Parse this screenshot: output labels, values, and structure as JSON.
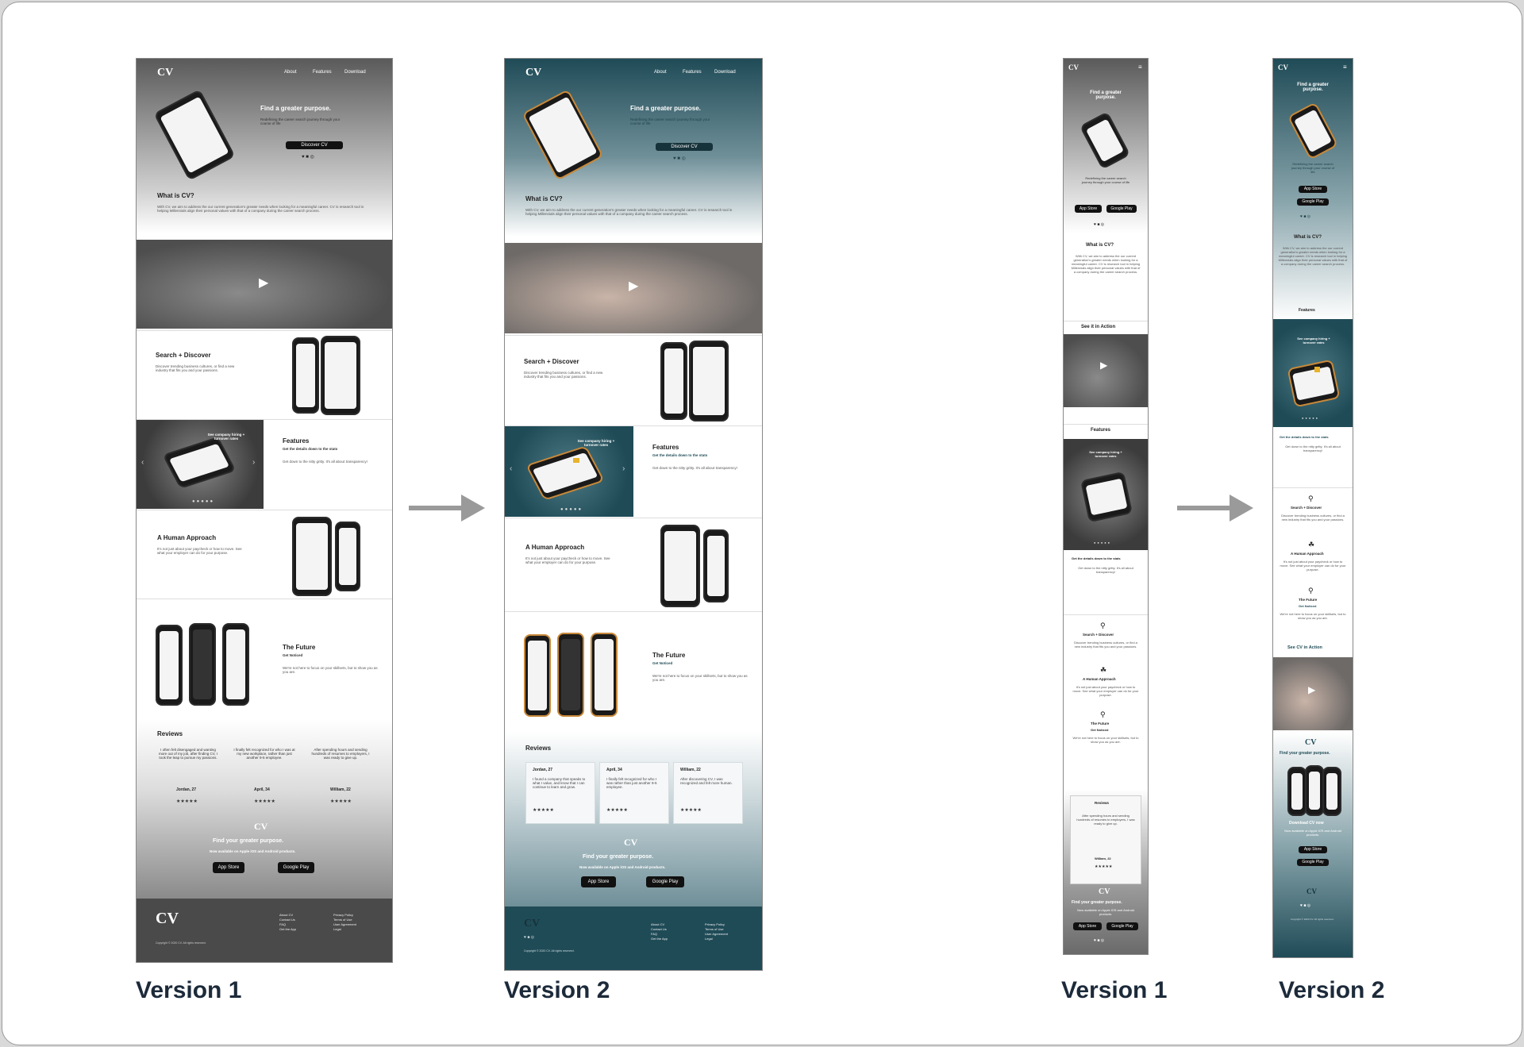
{
  "brand": "CV",
  "nav": {
    "about": "About",
    "features": "Features",
    "download": "Download"
  },
  "hero": {
    "title": "Find a greater purpose.",
    "subtitle": "Redefining the career search journey through your course of life",
    "cta": "Discover CV"
  },
  "what": {
    "title": "What is CV?",
    "body": "With CV, we aim to address the our current generation's greater needs when looking for a meaningful career. CV is research tool in helping Millennials align their personal values with that of a company during the career search process."
  },
  "sections": {
    "search": {
      "title": "Search + Discover",
      "body": "Discover trending business cultures, or find a new industry that fits you and your passions."
    },
    "features": {
      "title": "Features",
      "subtitle": "Get the details down to the stats",
      "callout": "See company hiring + turnover rates",
      "body": "Get down to the nitty gritty. It's all about transparency!"
    },
    "human": {
      "title": "A Human Approach",
      "body": "It's not just about your paycheck or how to move. See what your employer can do for your purpose."
    },
    "future": {
      "title": "The Future",
      "subtitle": "Get Noticed",
      "body": "We're not here to focus on your skillsets, but to show you as you are."
    },
    "action": {
      "title": "See it in Action",
      "title_v2": "See CV in Action"
    }
  },
  "reviews": {
    "title": "Reviews",
    "v1": [
      {
        "quote": "I often felt disengaged and wanting more out of my job, after finding CV, I took the leap to pursue my passions.",
        "author": "Jordan, 27",
        "stars": "★★★★★"
      },
      {
        "quote": "I finally felt recognized for who I was at my new workplace, rather than just another 9-5 employee.",
        "author": "April, 34",
        "stars": "★★★★★"
      },
      {
        "quote": "After spending hours and sending hundreds of resumes to employers, I was ready to give up.",
        "author": "William, 22",
        "stars": "★★★★★"
      }
    ],
    "v2": [
      {
        "author": "Jordan, 27",
        "quote": "I found a company that speaks to what I value, and know that I can continue to learn and grow.",
        "stars": "★★★★★"
      },
      {
        "author": "April, 34",
        "quote": "I finally felt recognized for who I was rather than just another 9-5 employee.",
        "stars": "★★★★★"
      },
      {
        "author": "William, 22",
        "quote": "After discovering CV, I was recognized and felt more human.",
        "stars": "★★★★★"
      }
    ]
  },
  "closing": {
    "title": "Find your greater purpose.",
    "subtitle": "Now available on Apple iOS and Android products.",
    "download_now": "Download CV now",
    "appstore": "App Store",
    "googleplay": "Google Play"
  },
  "footer": {
    "links_a": [
      "About CV",
      "Contact Us",
      "FAQ",
      "Get the App"
    ],
    "links_b": [
      "Privacy Policy",
      "Terms of Use",
      "User Agreement",
      "Legal"
    ],
    "copyright": "Copyright © 2020 CV. All rights reserved."
  },
  "captions": {
    "desktop_v1": "Version 1",
    "desktop_v2": "Version 2",
    "mobile_v1": "Version 1",
    "mobile_v2": "Version 2"
  },
  "colors": {
    "v1_dark": "#4a4a4a",
    "v2_teal": "#1f4b57",
    "accent": "#e8b22a",
    "arrow": "#9a9a9a"
  }
}
